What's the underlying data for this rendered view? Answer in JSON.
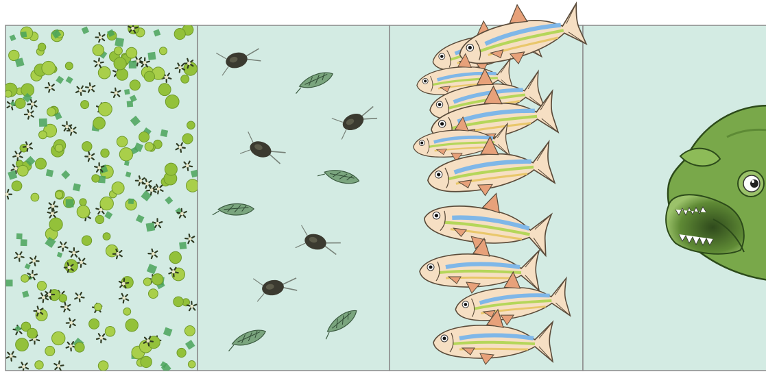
{
  "figure": {
    "panels": [
      {
        "id": "phytoplankton",
        "content": "dense-algae-icon"
      },
      {
        "id": "zooplankton",
        "content": "copepod-icon"
      },
      {
        "id": "small-fish",
        "content": "small-fish-icon"
      },
      {
        "id": "large-fish",
        "content": "predator-fish-icon"
      }
    ]
  },
  "colors": {
    "panel_bg": "#d3ebe3",
    "panel_border": "#8a8a8a",
    "algae_green": "#93c13a",
    "algae_dark": "#3f6d22",
    "copepod": "#3b3a30",
    "fish_body": "#f6dfc3",
    "fish_fin": "#e7a17a",
    "fish_blue": "#7fb7e8",
    "fish_green": "#b5d65a",
    "predator_green": "#79a84a"
  }
}
